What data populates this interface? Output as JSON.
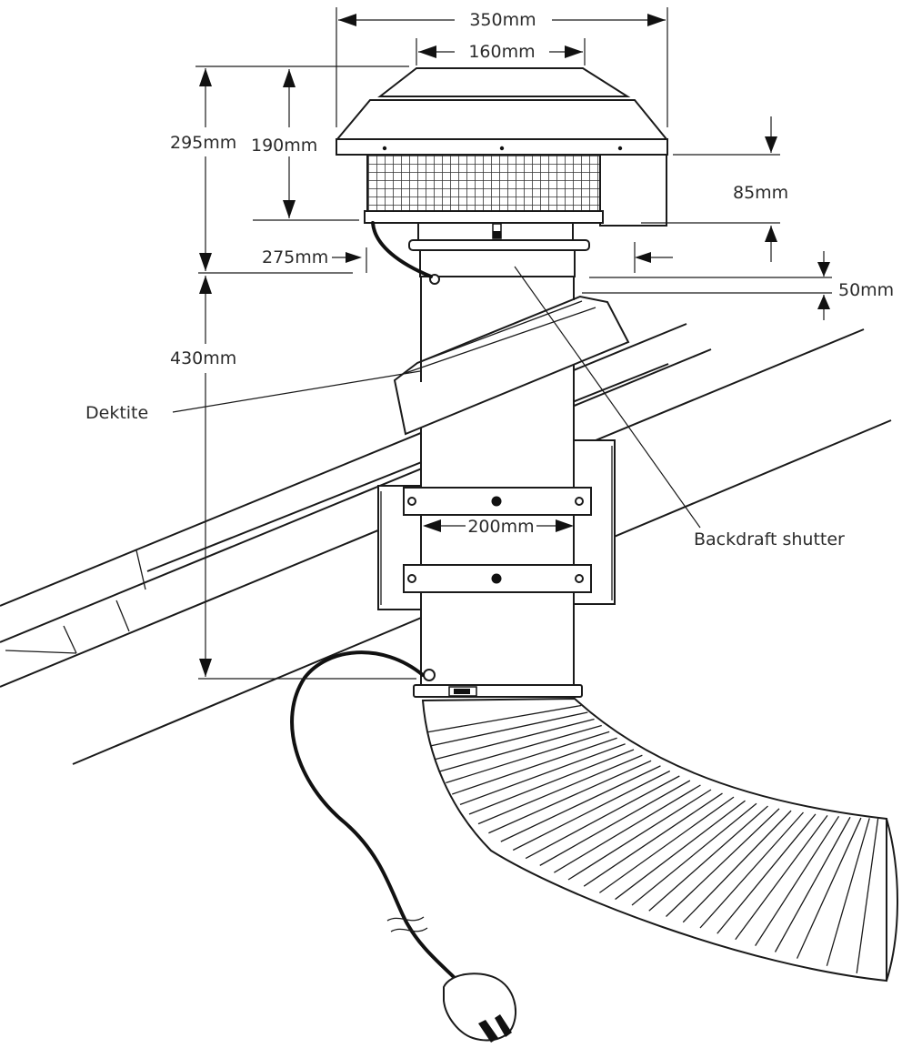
{
  "dimensions": {
    "overall_width": "350mm",
    "top_width": "160mm",
    "overall_height": "295mm",
    "cowl_height": "190mm",
    "grille_height": "85mm",
    "spigot_diameter": "275mm",
    "collar_height": "50mm",
    "duct_length": "430mm",
    "bracket_width": "200mm"
  },
  "labels": {
    "dektite": "Dektite",
    "backdraft_shutter": "Backdraft shutter"
  },
  "colors": {
    "line": "#1a1a1a",
    "background": "#ffffff"
  }
}
